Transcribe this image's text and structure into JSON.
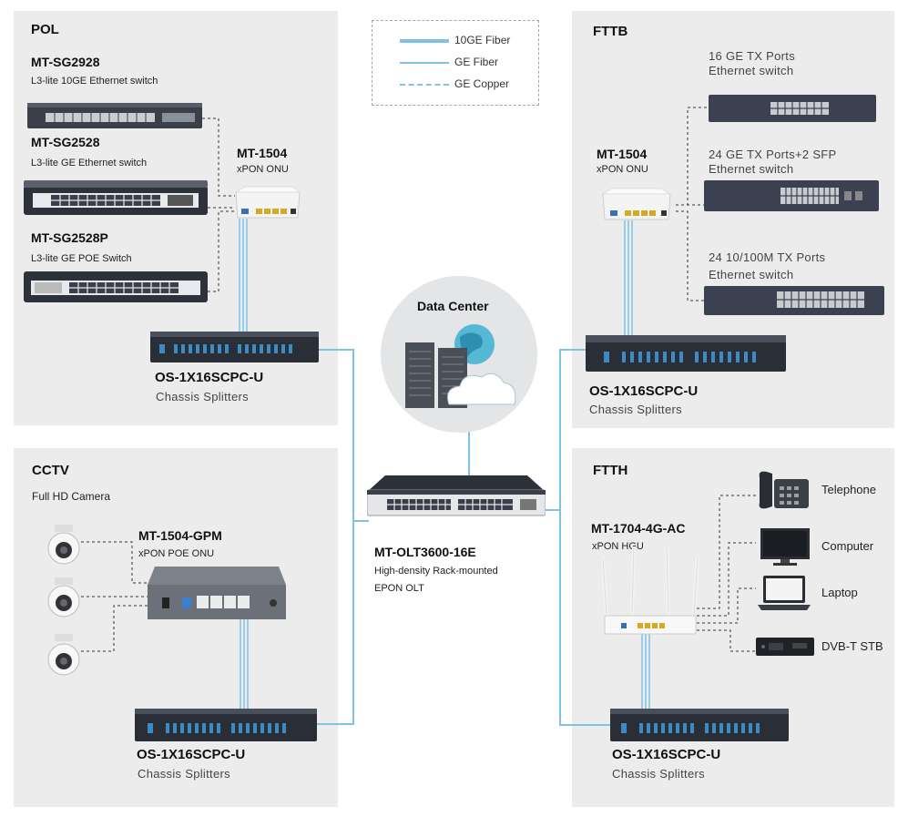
{
  "legend": {
    "items": [
      {
        "label": "10GE Fiber",
        "color": "#7ec3e6",
        "style": "thick"
      },
      {
        "label": "GE Fiber",
        "color": "#7ec3e6",
        "style": "thin"
      },
      {
        "label": "GE Copper",
        "color": "#7ec3e6",
        "style": "dashed"
      }
    ]
  },
  "pol": {
    "title": "POL",
    "sw1": {
      "model": "MT-SG2928",
      "desc": "L3-lite 10GE Ethernet switch"
    },
    "sw2": {
      "model": "MT-SG2528",
      "desc": "L3-lite GE Ethernet switch"
    },
    "sw3": {
      "model": "MT-SG2528P",
      "desc": "L3-lite GE POE Switch"
    },
    "onu": {
      "model": "MT-1504",
      "desc": "xPON ONU"
    },
    "splitter": {
      "model": "OS-1X16SCPC-U",
      "desc": "Chassis Splitters"
    }
  },
  "fttb": {
    "title": "FTTB",
    "sw1": {
      "line1": "16 GE TX Ports",
      "line2": "Ethernet switch"
    },
    "sw2": {
      "line1": "24 GE TX Ports+2 SFP",
      "line2": "Ethernet switch"
    },
    "sw3": {
      "line1": "24 10/100M TX Ports",
      "line2": "Ethernet switch"
    },
    "onu": {
      "model": "MT-1504",
      "desc": "xPON ONU"
    },
    "splitter": {
      "model": "OS-1X16SCPC-U",
      "desc": "Chassis Splitters"
    }
  },
  "cctv": {
    "title": "CCTV",
    "camera_label": "Full HD Camera",
    "onu": {
      "model": "MT-1504-GPM",
      "desc": "xPON POE ONU"
    },
    "splitter": {
      "model": "OS-1X16SCPC-U",
      "desc": "Chassis Splitters"
    }
  },
  "ftth": {
    "title": "FTTH",
    "hgu": {
      "model": "MT-1704-4G-AC",
      "desc": "xPON HGU"
    },
    "devices": [
      "Telephone",
      "Computer",
      "Laptop",
      "DVB-T STB"
    ],
    "splitter": {
      "model": "OS-1X16SCPC-U",
      "desc": "Chassis Splitters"
    }
  },
  "center": {
    "datacenter": "Data Center",
    "olt": {
      "model": "MT-OLT3600-16E",
      "desc1": "High-density Rack-mounted",
      "desc2": "EPON OLT"
    }
  },
  "colors": {
    "fiber": "#7ec3e6",
    "panel": "#ececec",
    "device": "#3a3f4a"
  }
}
